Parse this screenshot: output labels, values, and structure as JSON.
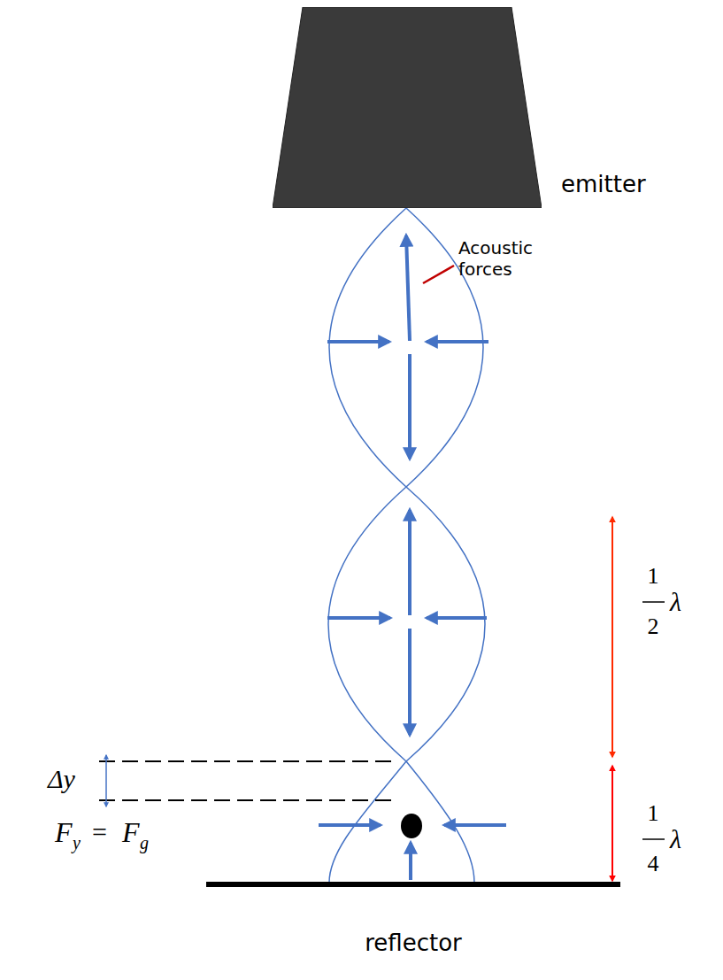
{
  "diagram": {
    "nodes": [
      {
        "text": [
          "emitter"
        ]
      },
      {
        "text": [
          "reflector"
        ]
      }
    ],
    "labels": [
      "Acoustic forces",
      "1",
      "2",
      "λ",
      "1",
      "4",
      "λ",
      "Δy",
      "F",
      "y",
      "=",
      "F",
      "g"
    ]
  }
}
